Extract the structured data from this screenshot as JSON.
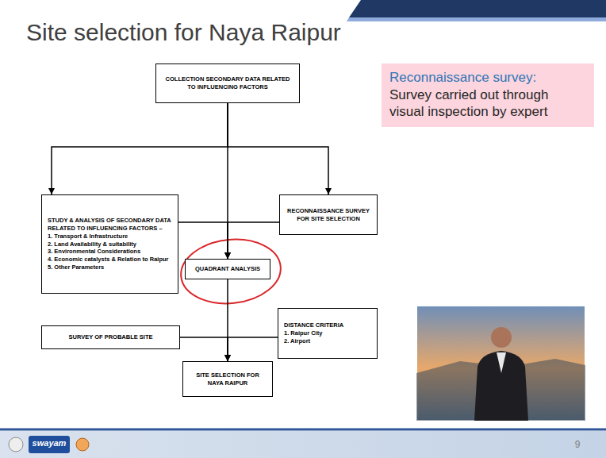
{
  "diagram": {
    "title": "Site selection for Naya Raipur",
    "nodes": [
      {
        "text": [
          "COLLECTION SECONDARY DATA RELATED TO INFLUENCING FACTORS"
        ]
      },
      {
        "text": [
          "STUDY & ANALYSIS OF SECONDARY DATA RELATED TO INFLUENCING FACTORS –",
          "1. Transport & Infrastructure",
          "2. Land Availability & suitability",
          "3. Environmental Considerations",
          "4. Economic catalysts & Relation to Raipur",
          "5. Other Parameters"
        ]
      },
      {
        "text": [
          "RECONNAISSANCE SURVEY FOR SITE SELECTION"
        ]
      },
      {
        "text": [
          "QUADRANT ANALYSIS"
        ]
      },
      {
        "text": [
          "SURVEY OF PROBABLE SITE"
        ]
      },
      {
        "text": [
          "DISTANCE CRITERIA",
          "1. Raipur City",
          "2. Airport"
        ]
      },
      {
        "text": [
          "SITE SELECTION FOR NAYA RAIPUR"
        ]
      },
      {
        "text": [
          "Reconnaissance survey:",
          "Survey carried out through visual inspection by expert"
        ]
      }
    ],
    "edges": [
      {
        "from": 0,
        "to": 1,
        "arrow": "to"
      },
      {
        "from": 0,
        "to": 2,
        "arrow": "to"
      },
      {
        "from": 0,
        "to": 3,
        "arrow": "to"
      },
      {
        "from": 1,
        "to": 3,
        "arrow": "to"
      },
      {
        "from": 2,
        "to": 3,
        "arrow": "to"
      },
      {
        "from": 3,
        "to": 6,
        "arrow": "to"
      },
      {
        "from": 4,
        "to": 6,
        "arrow": "to"
      },
      {
        "from": 5,
        "to": 6,
        "arrow": "to"
      }
    ],
    "labels": [
      "9",
      "swayam"
    ]
  }
}
